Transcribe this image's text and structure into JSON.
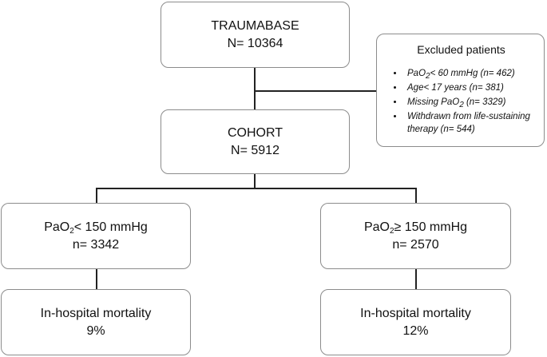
{
  "traumabase": {
    "title": "TRAUMABASE",
    "count": "N= 10364"
  },
  "excluded": {
    "title": "Excluded patients",
    "items": [
      {
        "pre": "PaO",
        "sub": "2",
        "post": "< 60 mmHg (n= 462)"
      },
      {
        "pre": "Age< 17 years (n= 381)",
        "sub": "",
        "post": ""
      },
      {
        "pre": "Missing PaO",
        "sub": "2",
        "post": " (n= 3329)"
      },
      {
        "pre": "Withdrawn from life-sustaining therapy (n= 544)",
        "sub": "",
        "post": ""
      }
    ]
  },
  "cohort": {
    "title": "COHORT",
    "count": "N= 5912"
  },
  "low_pao2": {
    "pre": "PaO",
    "sub": "2",
    "post": "< 150 mmHg",
    "count": "n= 3342"
  },
  "high_pao2": {
    "pre": "PaO",
    "sub": "2",
    "post": "≥ 150 mmHg",
    "count": "n= 2570"
  },
  "mortality_low": {
    "label": "In-hospital mortality",
    "value": "9%"
  },
  "mortality_high": {
    "label": "In-hospital mortality",
    "value": "12%"
  }
}
